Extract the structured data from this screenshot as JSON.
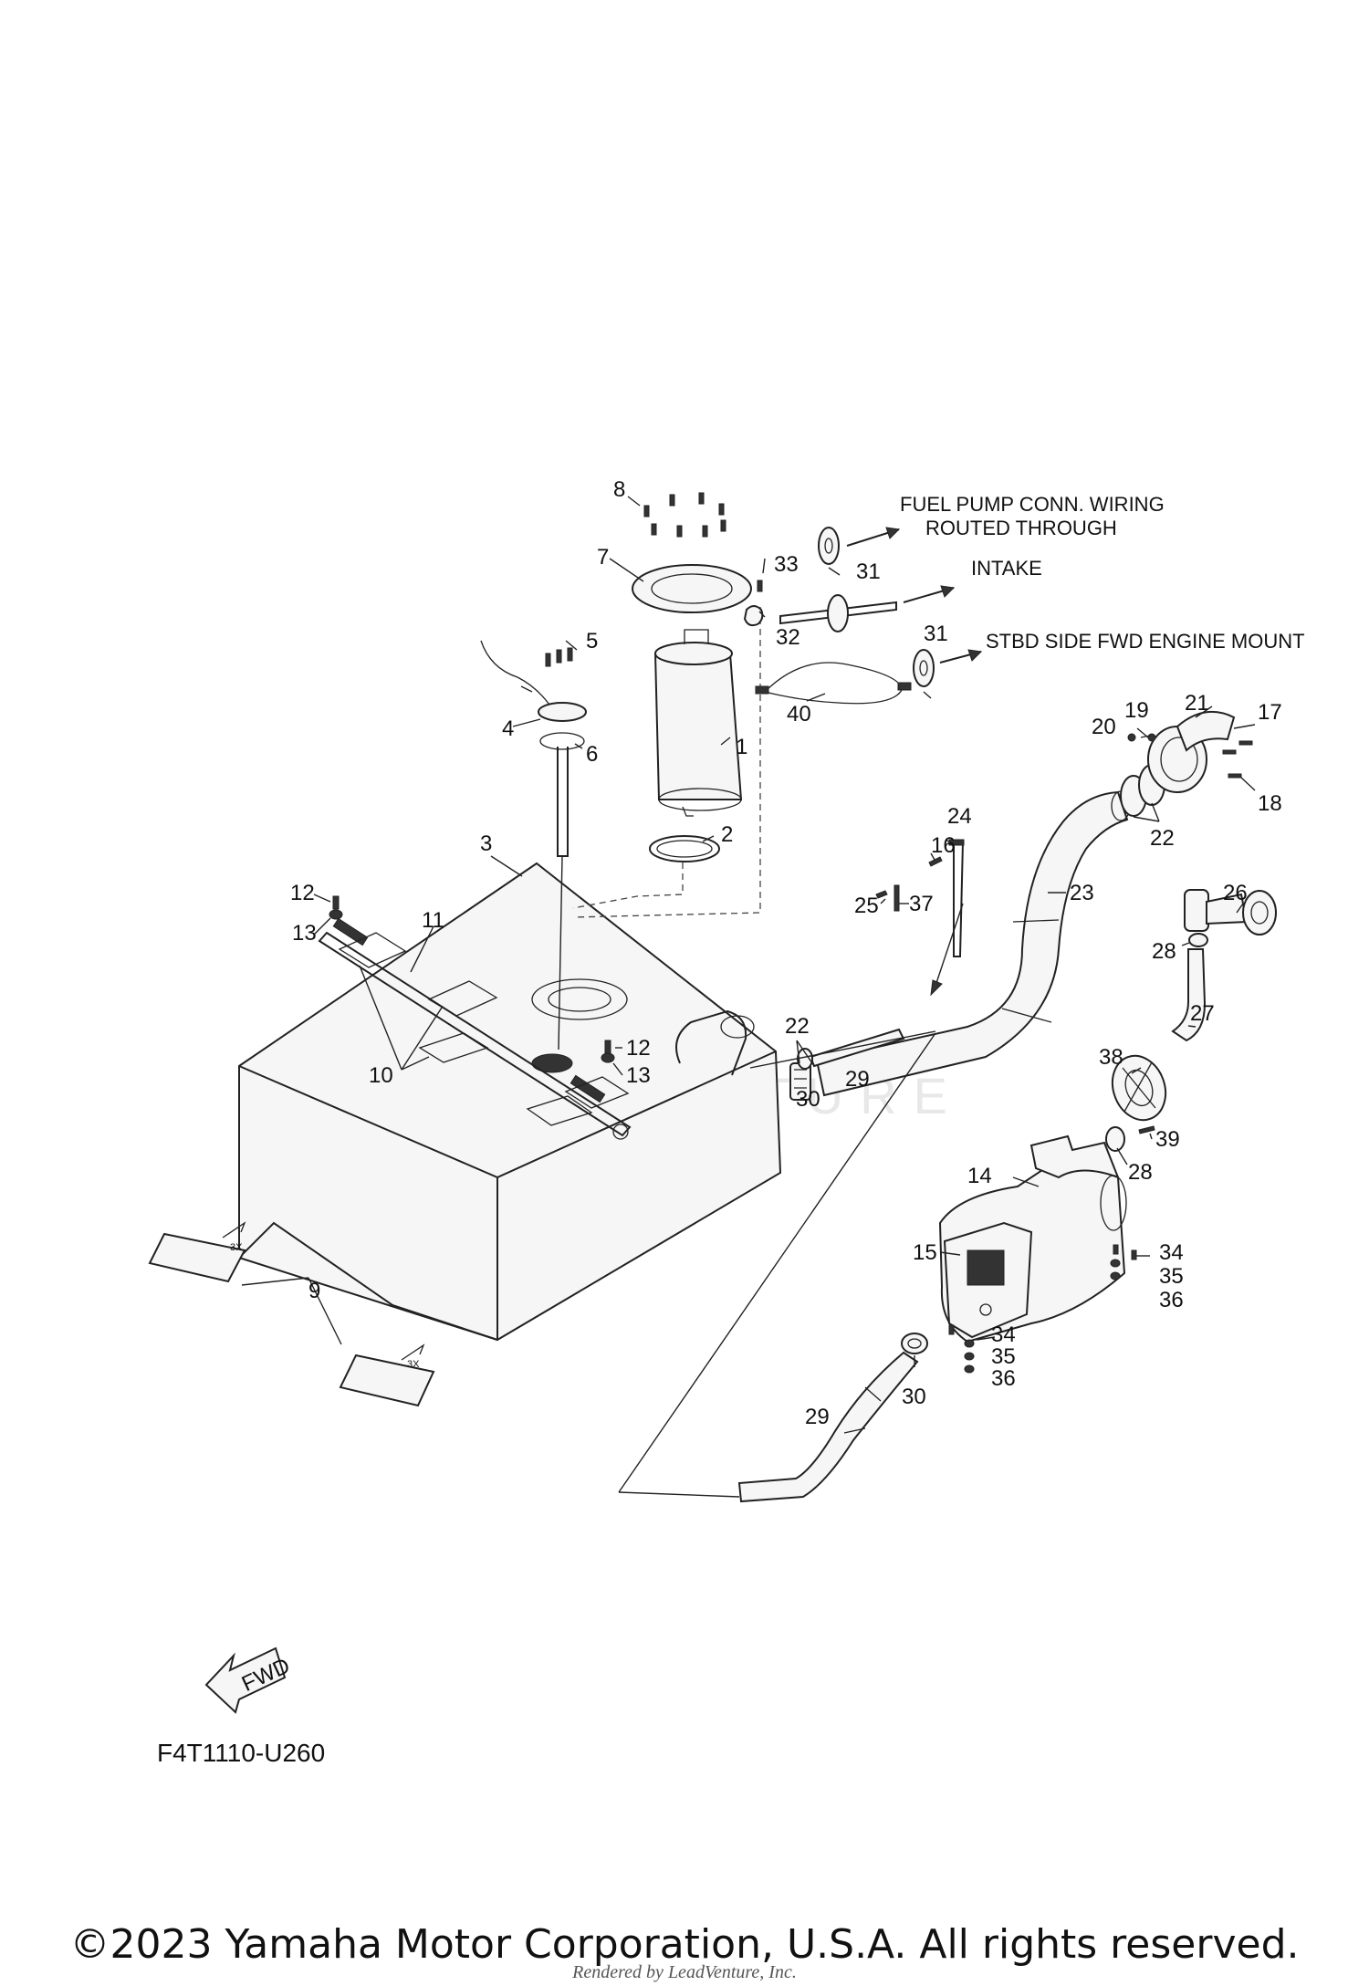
{
  "notes": {
    "fuel_pump_wiring_line1": "FUEL PUMP CONN. WIRING",
    "fuel_pump_wiring_line2": "ROUTED THROUGH",
    "intake": "INTAKE",
    "stbd_mount": "STBD SIDE FWD ENGINE MOUNT"
  },
  "callouts": [
    "1",
    "2",
    "3",
    "4",
    "5",
    "6",
    "7",
    "8",
    "9",
    "10",
    "11",
    "12",
    "13",
    "14",
    "15",
    "16",
    "17",
    "18",
    "19",
    "20",
    "21",
    "22",
    "23",
    "24",
    "25",
    "26",
    "27",
    "28",
    "29",
    "30",
    "31",
    "32",
    "33",
    "34",
    "35",
    "36",
    "37",
    "38",
    "39",
    "40"
  ],
  "stamps": {
    "qty_3x": "3X",
    "fwd": "FWD"
  },
  "watermark": "LEADVENTURE",
  "figure_code": "F4T1110-U260",
  "copyright": "©2023 Yamaha Motor Corporation, U.S.A. All rights reserved.",
  "rendered_by": "Rendered by LeadVenture, Inc."
}
